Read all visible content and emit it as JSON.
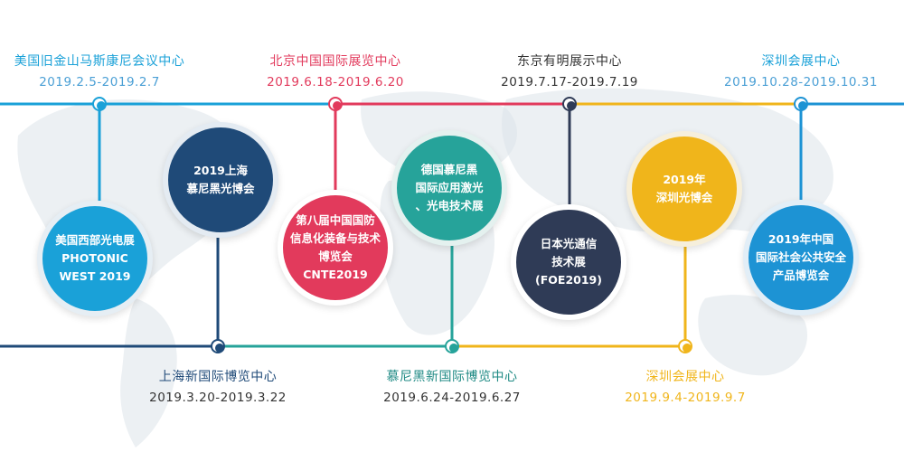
{
  "colors": {
    "light_blue": "#1aa1d8",
    "red": "#e23a5c",
    "navy": "#1f4a78",
    "teal": "#26a39a",
    "dark_slate": "#2f3b56",
    "yellow": "#f0b51b",
    "bright_blue": "#1d93d4",
    "navy_text": "#1f4a78",
    "teal_text": "#1f8a84",
    "gray_text": "#333333",
    "date_text": "#4a9fd5"
  },
  "top_events": [
    {
      "venue": "美国旧金山马斯康尼会议中心",
      "date": "2019.2.5-2019.2.7",
      "color": "light_blue"
    },
    {
      "venue": "北京中国国际展览中心",
      "date": "2019.6.18-2019.6.20",
      "color": "red"
    },
    {
      "venue": "东京有明展示中心",
      "date": "2019.7.17-2019.7.19",
      "color": "gray_text"
    },
    {
      "venue": "深圳会展中心",
      "date": "2019.10.28-2019.10.31",
      "color": "light_blue"
    }
  ],
  "bottom_events": [
    {
      "venue": "上海新国际博览中心",
      "date": "2019.3.20-2019.3.22",
      "color": "navy_text"
    },
    {
      "venue": "慕尼黑新国际博览中心",
      "date": "2019.6.24-2019.6.27",
      "color": "teal_text"
    },
    {
      "venue": "深圳会展中心",
      "date": "2019.9.4-2019.9.7",
      "color": "yellow"
    }
  ],
  "circles": [
    {
      "text": "美国西部光电展\nPHOTONIC\nWEST 2019",
      "color": "light_blue"
    },
    {
      "text": "2019上海\n慕尼黑光博会",
      "color": "navy"
    },
    {
      "text": "第八届中国国防\n信息化装备与技术\n博览会CNTE2019",
      "color": "red"
    },
    {
      "text": "德国慕尼黑\n国际应用激光\n、光电技术展",
      "color": "teal"
    },
    {
      "text": "日本光通信\n技术展\n(FOE2019)",
      "color": "dark_slate"
    },
    {
      "text": "2019年\n深圳光博会",
      "color": "yellow"
    },
    {
      "text": "2019年中国\n国际社会公共安全\n产品博览会",
      "color": "bright_blue"
    }
  ]
}
